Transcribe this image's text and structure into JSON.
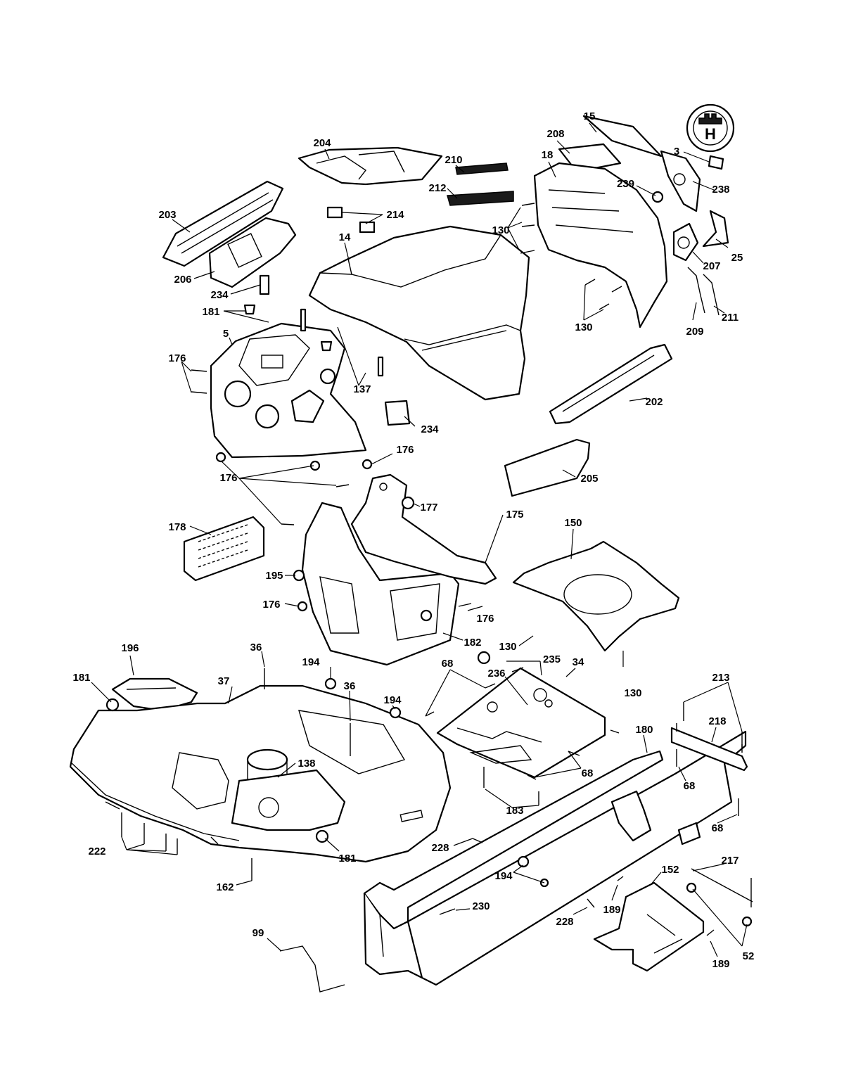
{
  "labels": {
    "l15": "15",
    "l3": "3",
    "l208": "208",
    "l18": "18",
    "l204": "204",
    "l210": "210",
    "l212": "212",
    "l239": "239",
    "l238": "238",
    "l203": "203",
    "l214": "214",
    "l130a": "130",
    "l14": "14",
    "l25": "25",
    "l207": "207",
    "l206": "206",
    "l234a": "234",
    "l181a": "181",
    "l130b": "130",
    "l209": "209",
    "l211": "211",
    "l5": "5",
    "l176a": "176",
    "l137": "137",
    "l202": "202",
    "l234b": "234",
    "l176b": "176",
    "l176c": "176",
    "l205": "205",
    "l177": "177",
    "l175": "175",
    "l150": "150",
    "l178": "178",
    "l195": "195",
    "l176d": "176",
    "l176e": "176",
    "l130c": "130",
    "l182": "182",
    "l235": "235",
    "l34": "34",
    "l68a": "68",
    "l236": "236",
    "l130d": "130",
    "l196": "196",
    "l36a": "36",
    "l194a": "194",
    "l36b": "36",
    "l181b": "181",
    "l37": "37",
    "l194b": "194",
    "l213": "213",
    "l218": "218",
    "l180": "180",
    "l138": "138",
    "l68b": "68",
    "l68c": "68",
    "l183": "183",
    "l68d": "68",
    "l222": "222",
    "l228a": "228",
    "l181c": "181",
    "l217": "217",
    "l194c": "194",
    "l152": "152",
    "l162": "162",
    "l230": "230",
    "l189a": "189",
    "l228b": "228",
    "l99": "99",
    "l52": "52",
    "l189b": "189"
  },
  "logo": {
    "glyph": "H",
    "icon": "husqvarna-crown-logo"
  }
}
